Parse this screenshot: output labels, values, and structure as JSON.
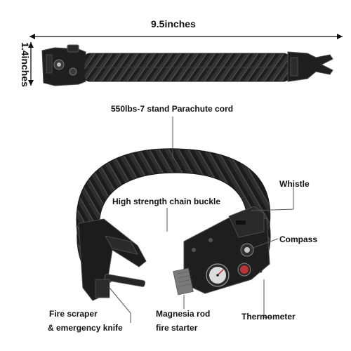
{
  "dimensions": {
    "length": "9.5inches",
    "width": "1.4inches"
  },
  "labels": {
    "parachute_cord": "550lbs-7 stand Parachute cord",
    "chain_buckle": "High strength chain buckle",
    "whistle": "Whistle",
    "compass": "Compass",
    "thermometer": "Thermometer",
    "magnesia_rod_line1": "Magnesia rod",
    "magnesia_rod_line2": "fire starter",
    "fire_scraper_line1": "Fire scraper",
    "fire_scraper_line2": "& emergency knife"
  },
  "colors": {
    "product": "#1e1e1e",
    "weave_highlight": "#4a4a4a",
    "callout_line": "#555555"
  },
  "icons": [
    "whistle-icon",
    "compass-icon",
    "thermometer-icon",
    "buckle-icon"
  ]
}
